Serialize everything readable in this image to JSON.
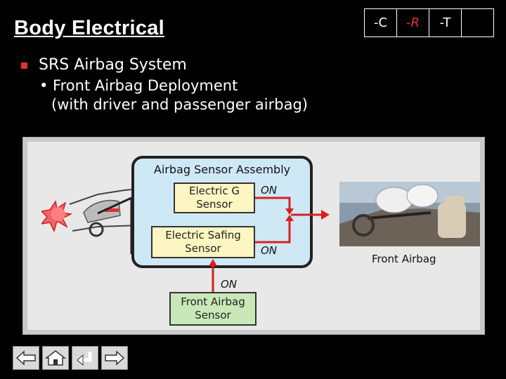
{
  "header": {
    "title": "Body Electrical",
    "tabs": [
      {
        "label": "-C",
        "active": false
      },
      {
        "label": "-R",
        "active": true
      },
      {
        "label": "-T",
        "active": false
      },
      {
        "label": "",
        "active": false
      }
    ]
  },
  "content": {
    "bullet_main": "SRS Airbag System",
    "bullet_sub_line1": "• Front Airbag Deployment",
    "bullet_sub_line2": "(with driver and passenger airbag)"
  },
  "diagram": {
    "assembly_label": "Airbag Sensor Assembly",
    "electric_g_sensor": "Electric G\nSensor",
    "electric_safing_sensor": "Electric Safing\nSensor",
    "front_airbag_sensor": "Front Airbag\nSensor",
    "on_label_1": "ON",
    "on_label_2": "ON",
    "on_label_3": "ON",
    "front_airbag_label": "Front Airbag"
  },
  "colors": {
    "accent_red": "#e23030",
    "assembly_fill": "#cfe8f6",
    "sensor_fill": "#fdf6c2",
    "front_sensor_fill": "#c8e8b8"
  },
  "nav": {
    "buttons": [
      "back-arrow-icon",
      "home-icon",
      "return-icon",
      "forward-arrow-icon"
    ]
  }
}
